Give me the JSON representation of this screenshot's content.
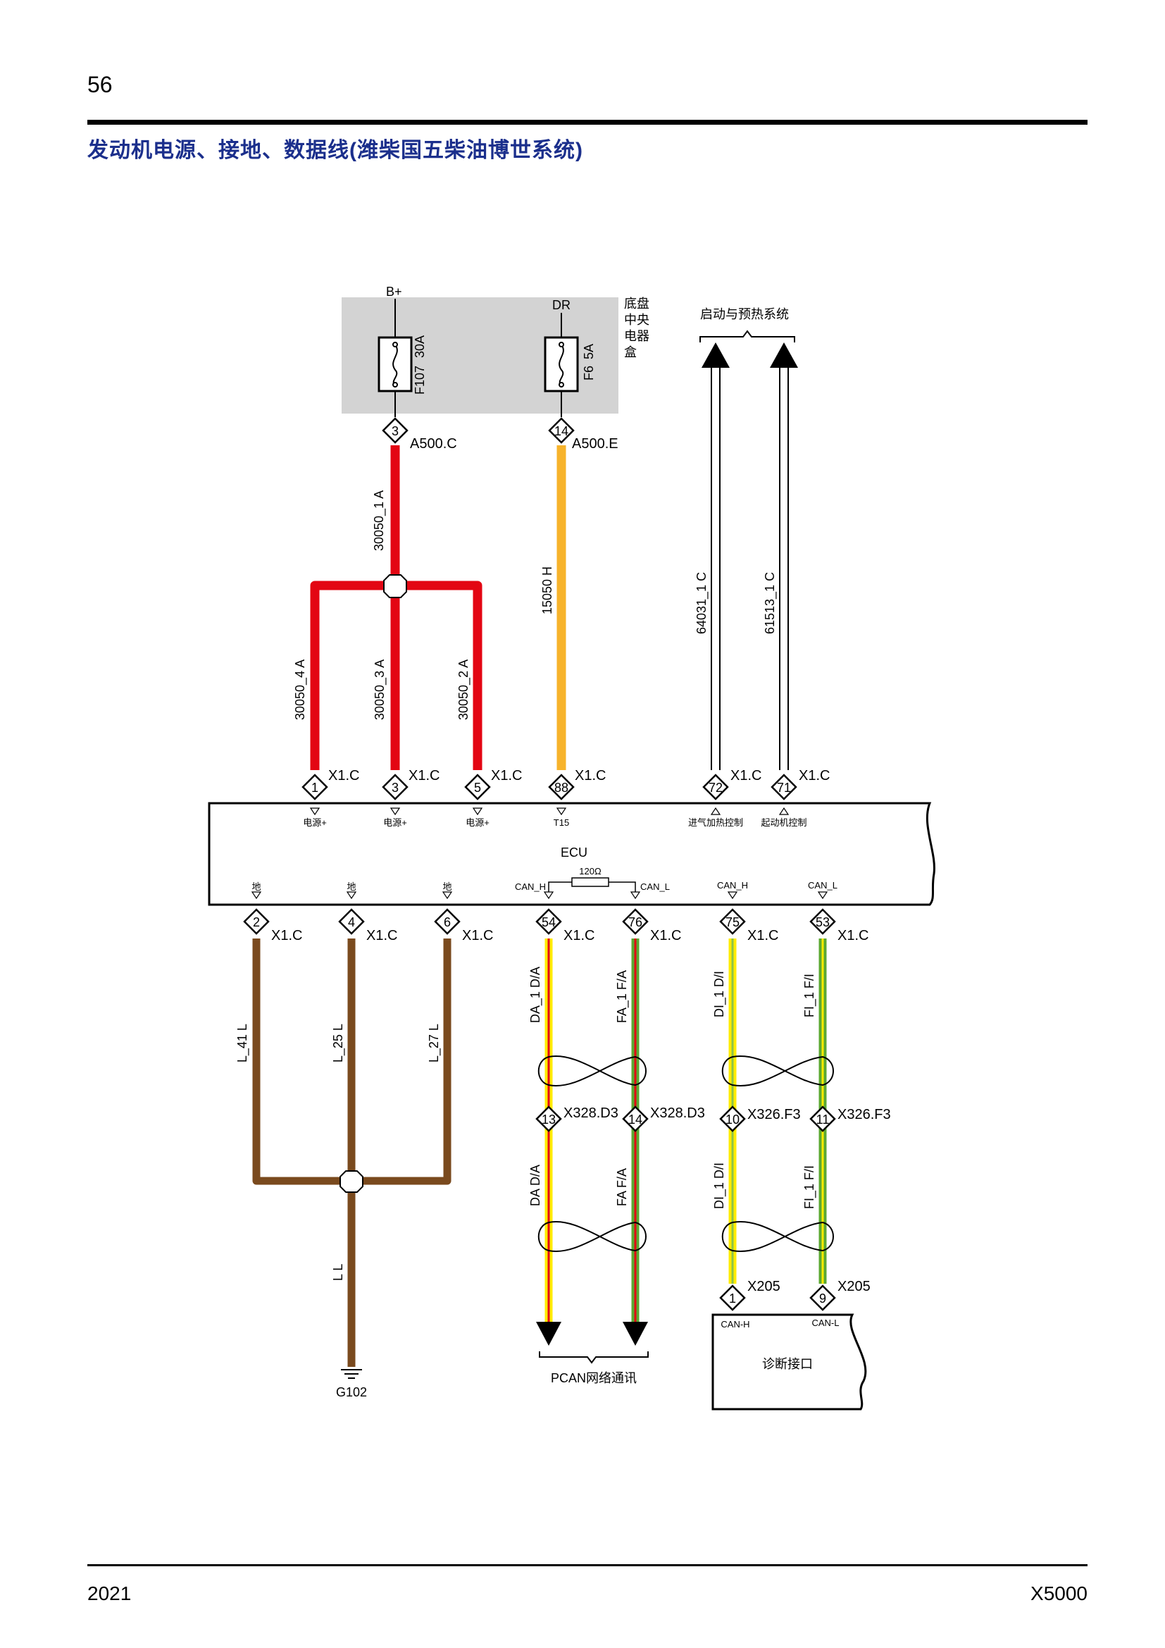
{
  "page": {
    "number": "56",
    "title": "发动机电源、接地、数据线(潍柴国五柴油博世系统)",
    "year": "2021",
    "model": "X5000"
  },
  "fuse_box": {
    "label": "底盘中央电器盒",
    "label_lines": [
      "底盘",
      "中央",
      "电器",
      "盒"
    ],
    "fuses": [
      {
        "feed": "B+",
        "name": "F107",
        "rating": "30A",
        "pin": "3",
        "connector": "A500.C"
      },
      {
        "feed": "DR",
        "name": "F6",
        "rating": "5A",
        "pin": "14",
        "connector": "A500.E"
      }
    ]
  },
  "start_preheat": {
    "label": "启动与预热系统"
  },
  "ecu": {
    "label": "ECU",
    "resistor": "120Ω",
    "top_pins": [
      {
        "pin": "1",
        "connector": "X1.C",
        "function": "电源+"
      },
      {
        "pin": "3",
        "connector": "X1.C",
        "function": "电源+"
      },
      {
        "pin": "5",
        "connector": "X1.C",
        "function": "电源+"
      },
      {
        "pin": "88",
        "connector": "X1.C",
        "function": "T15"
      },
      {
        "pin": "72",
        "connector": "X1.C",
        "function": "进气加热控制"
      },
      {
        "pin": "71",
        "connector": "X1.C",
        "function": "起动机控制"
      }
    ],
    "bottom_pins": [
      {
        "pin": "2",
        "connector": "X1.C",
        "function": "地"
      },
      {
        "pin": "4",
        "connector": "X1.C",
        "function": "地"
      },
      {
        "pin": "6",
        "connector": "X1.C",
        "function": "地"
      },
      {
        "pin": "54",
        "connector": "X1.C",
        "function": "CAN_H"
      },
      {
        "pin": "76",
        "connector": "X1.C",
        "function": "CAN_L"
      },
      {
        "pin": "75",
        "connector": "X1.C",
        "function": "CAN_H"
      },
      {
        "pin": "53",
        "connector": "X1.C",
        "function": "CAN_L"
      }
    ]
  },
  "wires": {
    "w30050_1": "30050_1 A",
    "w30050_4": "30050_4 A",
    "w30050_3": "30050_3 A",
    "w30050_2": "30050_2 A",
    "w15050": "15050 H",
    "w64031": "64031_1 C",
    "w61513": "61513_1 C",
    "wL41": "L_41 L",
    "wL25": "L_25 L",
    "wL27": "L_27 L",
    "wLL": "L L",
    "wDA1": "DA_1 D/A",
    "wFA1": "FA_1 F/A",
    "wDI1": "DI_1 D/I",
    "wFI1": "FI_1 F/I",
    "wDA": "DA D/A",
    "wFA": "FA F/A",
    "wDI": "DI_1 D/I",
    "wFI": "FI_1 F/I"
  },
  "inline_connectors": [
    {
      "pin": "13",
      "connector": "X328.D3"
    },
    {
      "pin": "14",
      "connector": "X328.D3"
    },
    {
      "pin": "10",
      "connector": "X326.F3"
    },
    {
      "pin": "11",
      "connector": "X326.F3"
    }
  ],
  "diag_pins": [
    {
      "pin": "1",
      "connector": "X205",
      "function": "CAN-H"
    },
    {
      "pin": "9",
      "connector": "X205",
      "function": "CAN-L"
    }
  ],
  "ground": {
    "name": "G102"
  },
  "pcan": {
    "label": "PCAN网络通讯"
  },
  "diag": {
    "label": "诊断接口"
  },
  "colors": {
    "red": "#e30613",
    "yellow_orange": "#f7b32b",
    "brown": "#7a4a1e",
    "yellow": "#ffec00",
    "green": "#5aa832",
    "gray_box": "#d3d3d3",
    "title_blue": "#1b2f8c"
  }
}
